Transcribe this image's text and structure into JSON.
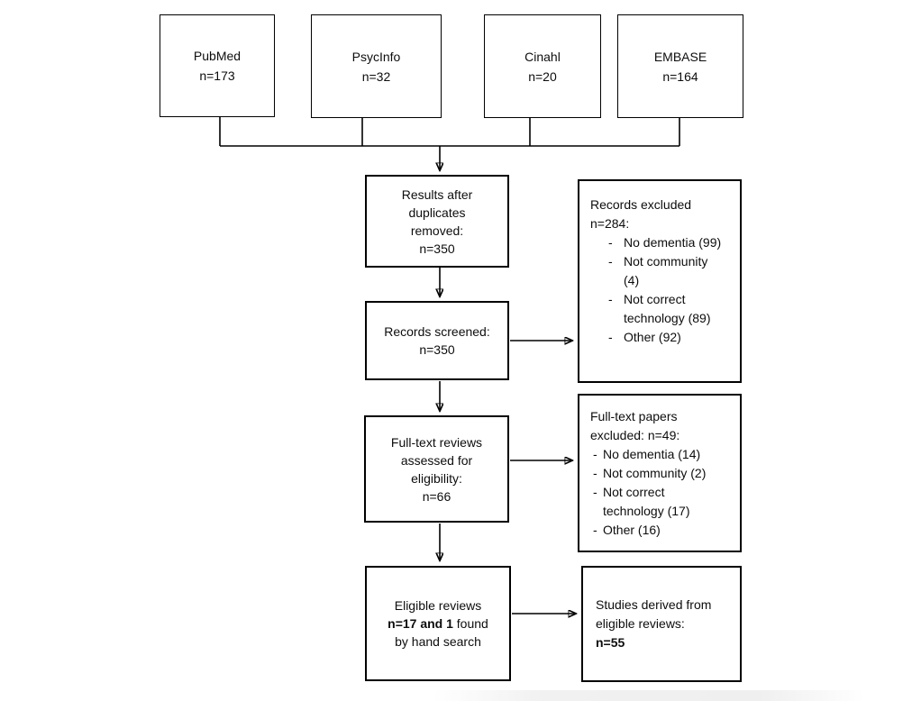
{
  "colors": {
    "background": "#ffffff",
    "box_border": "#000000",
    "text": "#0d0d0d",
    "connector": "#000000"
  },
  "sources": [
    {
      "name": "PubMed",
      "count": "n=173"
    },
    {
      "name": "PsycInfo",
      "count": "n=32"
    },
    {
      "name": "Cinahl",
      "count": "n=20"
    },
    {
      "name": "EMBASE",
      "count": "n=164"
    }
  ],
  "results_box": {
    "lines": [
      "Results after",
      "duplicates",
      "removed:",
      "n=350"
    ]
  },
  "records_excluded_box": {
    "header_lines": [
      "Records excluded",
      "n=284:"
    ],
    "marker": "-",
    "items": [
      {
        "lines": [
          "No dementia (99)"
        ]
      },
      {
        "lines": [
          "Not community",
          "(4)"
        ]
      },
      {
        "lines": [
          "Not correct",
          "technology (89)"
        ]
      },
      {
        "lines": [
          "Other (92)"
        ]
      }
    ]
  },
  "screened_box": {
    "lines": [
      "Records screened:",
      "n=350"
    ]
  },
  "fulltext_box": {
    "lines": [
      "Full-text reviews",
      "assessed for",
      "eligibility:",
      "n=66"
    ]
  },
  "fulltext_excluded_box": {
    "header_lines": [
      "Full-text papers",
      "excluded: n=49:"
    ],
    "marker": "-",
    "items": [
      {
        "lines": [
          "No dementia (14)"
        ]
      },
      {
        "lines": [
          "Not community (2)"
        ]
      },
      {
        "lines": [
          "Not correct",
          "technology (17)"
        ]
      },
      {
        "lines": [
          "Other (16)"
        ]
      }
    ]
  },
  "eligible_box": {
    "line1": "Eligible reviews",
    "line2_bold": "n=17 and 1",
    "line2_rest": " found",
    "line3": "by hand search"
  },
  "studies_box": {
    "line1": "Studies derived from",
    "line2": "eligible reviews:",
    "line3_bold": "n=55"
  }
}
